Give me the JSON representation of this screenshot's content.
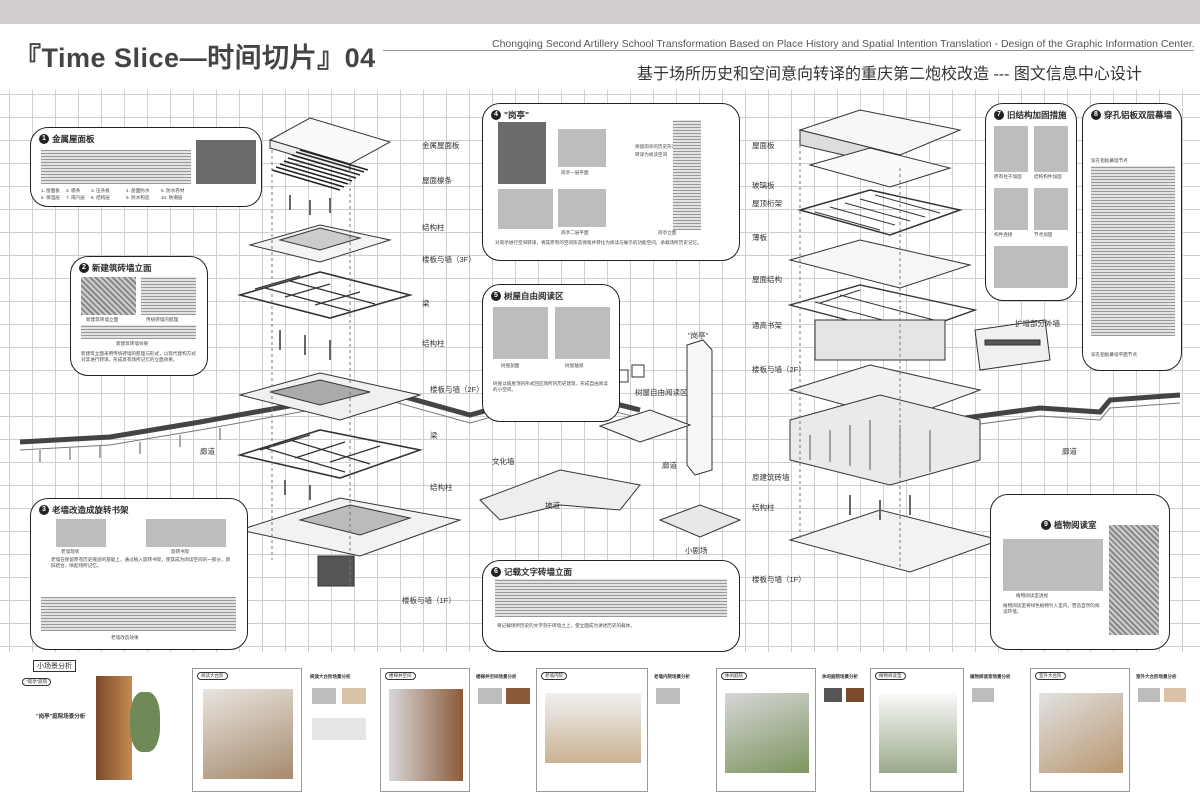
{
  "header": {
    "title": "『Time Slice—时间切片』04",
    "subtitle_en": "Chongqing Second Artillery School Transformation Based on Place History and Spatial Intention Translation - Design of the Graphic Information Center.",
    "subtitle_cn": "基于场所历史和空间意向转译的重庆第二炮校改造 --- 图文信息中心设计"
  },
  "panels": {
    "p1": {
      "num": "1",
      "title": "金属屋面板",
      "legend": [
        "1. 屋面板",
        "2. 檩条",
        "3. 压条板",
        "4. 屋面防水",
        "5. 防水卷材",
        "6. 保温层",
        "7. 隔汽层",
        "8. 结构层",
        "9. 防水构造",
        "10. 防潮层"
      ]
    },
    "p2": {
      "num": "2",
      "title": "新建筑砖墙立面",
      "cap1": "新建筑砖墙立面",
      "cap2": "传统砖墙的肌理",
      "cap3": "新建筑砖墙效果",
      "body": "新建筑立面采用传统砖墙的肌理与形式，以现代建构方式对其进行转译，形成具有场所记忆的立面效果。"
    },
    "p3": {
      "num": "3",
      "title": "老墙改造成旋转书架",
      "cap1": "老墙现状",
      "cap2": "旋转书架",
      "cap3": "老墙改造效果",
      "body": "老墙在保留原有历史痕迹的基础上，通过植入旋转书架，使其成为阅读空间的一部分，新旧结合，唤起场所记忆。"
    },
    "p4": {
      "num": "4",
      "title": "\"岗亭\"",
      "cap1": "岗亭一层平面",
      "cap2": "岗亭二层平面",
      "cap3": "岗亭立面",
      "note1": "保留岗亭的历史形态",
      "note2": "转译为阅读空间",
      "body": "对岗亭进行空间转译，将其原有的空间形态保留并转化为阅读与展示的功能空间，承载场所历史记忆。"
    },
    "p5": {
      "num": "5",
      "title": "树屋自由阅读区",
      "cap1": "树屋剖面",
      "cap2": "树屋轴测",
      "body": "树屋以坡屋顶的形式回应场所的历史建筑，形成自由阅读的小空间。"
    },
    "p6": {
      "num": "6",
      "title": "记载文字砖墙立面",
      "body": "将记载场所历史的文字刻于砖墙之上，使立面成为讲述历史的载体。"
    },
    "p7": {
      "num": "7",
      "title": "旧结构加固措施",
      "notes": [
        "原有柱子加固",
        "结构构件加固",
        "构件连接",
        "节点加固"
      ]
    },
    "p8": {
      "num": "8",
      "title": "穿孔铝板双层幕墙",
      "cap1": "穿孔铝板幕墙节点",
      "cap2": "穿孔铝板幕墙平面节点"
    },
    "p9": {
      "num": "9",
      "title": "植物阅读室",
      "cap1": "植物阅读室透视",
      "body": "植物阅读室将绿色植物引入室内，营造自然的阅读环境。"
    }
  },
  "labels": {
    "left_stack": [
      "金属屋面板",
      "屋面檩条",
      "结构柱",
      "楼板与墙（3F）",
      "梁",
      "结构柱",
      "楼板与墙（2F）",
      "梁",
      "结构柱",
      "楼板与墙（1F）"
    ],
    "right_stack": [
      "屋面板",
      "玻璃板",
      "屋顶桁架",
      "薄板",
      "屋面结构",
      "通高书架",
      "楼板与墙（2F）",
      "原建筑砖墙",
      "结构柱",
      "楼板与墙（1F）"
    ],
    "misc": [
      "廊道",
      "廊道",
      "文化墙",
      "坡道",
      "廊道",
      "小剧场",
      "\"岗亭\"",
      "树屋自由阅读区",
      "扩增部分外墙"
    ]
  },
  "scenes": {
    "label": "小场景分析",
    "featured_tag": "\"岗亭\"庭院",
    "featured_title": "\"岗亭\"庭院场景分析",
    "cards": [
      {
        "tag": "阅读大台阶",
        "title": "阅读大台阶场景分析"
      },
      {
        "tag": "楼梯井空间",
        "title": "楼梯井空间场景分析"
      },
      {
        "tag": "老墙内院",
        "title": "老墙内院场景分析"
      },
      {
        "tag": "休闲庭院",
        "title": "休闲庭院场景分析"
      },
      {
        "tag": "植物阅读室",
        "title": "植物阅读室场景分析"
      },
      {
        "tag": "室外大台阶",
        "title": "室外大台阶场景分析"
      }
    ]
  }
}
